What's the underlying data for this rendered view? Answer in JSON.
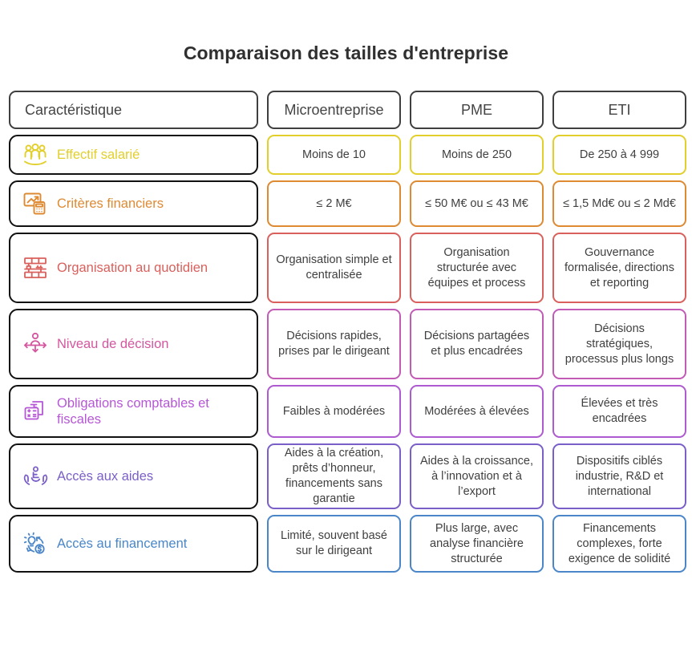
{
  "title": "Comparaison des tailles d'entreprise",
  "header": {
    "feature_label": "Caractéristique",
    "columns": [
      "Microentreprise",
      "PME",
      "ETI"
    ],
    "border_color": "#3f3f3f"
  },
  "rows": [
    {
      "icon": "team-people-icon",
      "label": "Effectif salarié",
      "color": "#e2cf2c",
      "cells": [
        "Moins de 10",
        "Moins de 250",
        "De 250 à 4 999"
      ]
    },
    {
      "icon": "chart-calculator-icon",
      "label": "Critères financiers",
      "color": "#dd8a33",
      "cells": [
        "≤ 2 M€",
        "≤ 50 M€ ou ≤ 43 M€",
        "≤ 1,5 Md€ ou ≤ 2 Md€"
      ]
    },
    {
      "icon": "org-structure-icon",
      "label": "Organisation au quotidien",
      "color": "#d9605c",
      "cells": [
        "Organisation simple et centralisée",
        "Organisation structurée avec équipes et process",
        "Gouvernance formalisée, directions et reporting"
      ]
    },
    {
      "icon": "decision-arrows-icon",
      "label": "Niveau de décision",
      "color": "#d4569f",
      "cells": [
        "Décisions rapides, prises par le dirigeant",
        "Décisions partagées et plus encadrées",
        "Décisions stratégiques, processus plus longs"
      ]
    },
    {
      "icon": "calculator-document-icon",
      "label": "Obligations comptables et fiscales",
      "color": "#b657d6",
      "cells": [
        "Faibles à modérées",
        "Modérées à élevées",
        "Élevées et très encadrées"
      ]
    },
    {
      "icon": "support-hands-icon",
      "label": "Accès aux aides",
      "color": "#7b5fc8",
      "cells": [
        "Aides à la création, prêts d’honneur, financements sans garantie",
        "Aides à la croissance, à l’innovation et à l’export",
        "Dispositifs ciblés industrie, R&D et international"
      ]
    },
    {
      "icon": "funding-idea-icon",
      "label": "Accès au financement",
      "color": "#4a86c8",
      "cells": [
        "Limité, souvent basé sur le dirigeant",
        "Plus large, avec analyse financière structurée",
        "Financements complexes, forte exigence de solidité"
      ]
    }
  ]
}
